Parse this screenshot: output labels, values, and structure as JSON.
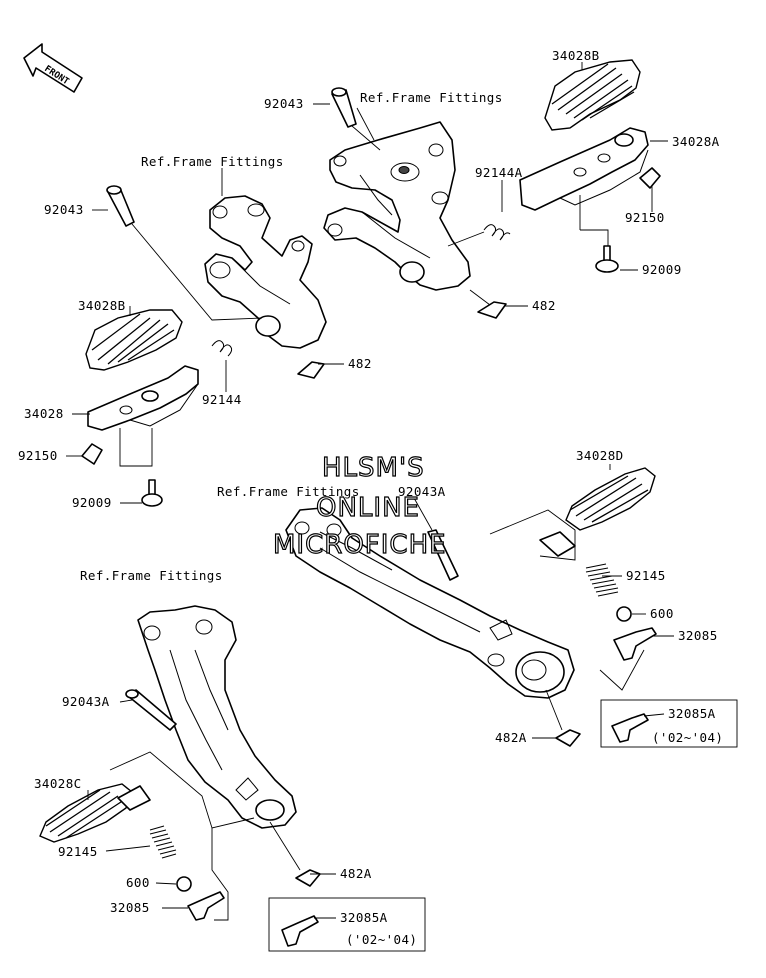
{
  "diagram": {
    "watermark": [
      "HLSM'S",
      "ONLINE",
      "MICROFICHE"
    ],
    "front_badge": "FRONT",
    "labels": [
      {
        "id": "l1",
        "text": "92043"
      },
      {
        "id": "l2",
        "text": "Ref.Frame Fittings"
      },
      {
        "id": "l3",
        "text": "34028B"
      },
      {
        "id": "l4",
        "text": "34028A"
      },
      {
        "id": "l5",
        "text": "Ref.Frame Fittings"
      },
      {
        "id": "l6",
        "text": "92144A"
      },
      {
        "id": "l7",
        "text": "92043"
      },
      {
        "id": "l8",
        "text": "92150"
      },
      {
        "id": "l9",
        "text": "92009"
      },
      {
        "id": "l10",
        "text": "482"
      },
      {
        "id": "l11",
        "text": "34028B"
      },
      {
        "id": "l12",
        "text": "482"
      },
      {
        "id": "l13",
        "text": "92144"
      },
      {
        "id": "l14",
        "text": "34028"
      },
      {
        "id": "l15",
        "text": "92150"
      },
      {
        "id": "l16",
        "text": "92009"
      },
      {
        "id": "l17",
        "text": "34028D"
      },
      {
        "id": "l18",
        "text": "Ref.Frame Fittings"
      },
      {
        "id": "l19",
        "text": "92043A"
      },
      {
        "id": "l20",
        "text": "Ref.Frame Fittings"
      },
      {
        "id": "l21",
        "text": "92145"
      },
      {
        "id": "l22",
        "text": "600"
      },
      {
        "id": "l23",
        "text": "32085"
      },
      {
        "id": "l24",
        "text": "32085A"
      },
      {
        "id": "l25",
        "text": "('02~'04)"
      },
      {
        "id": "l26",
        "text": "92043A"
      },
      {
        "id": "l27",
        "text": "482A"
      },
      {
        "id": "l28",
        "text": "34028C"
      },
      {
        "id": "l29",
        "text": "92145"
      },
      {
        "id": "l30",
        "text": "482A"
      },
      {
        "id": "l31",
        "text": "600"
      },
      {
        "id": "l32",
        "text": "32085"
      },
      {
        "id": "l33",
        "text": "32085A"
      },
      {
        "id": "l34",
        "text": "('02~'04)"
      }
    ]
  }
}
